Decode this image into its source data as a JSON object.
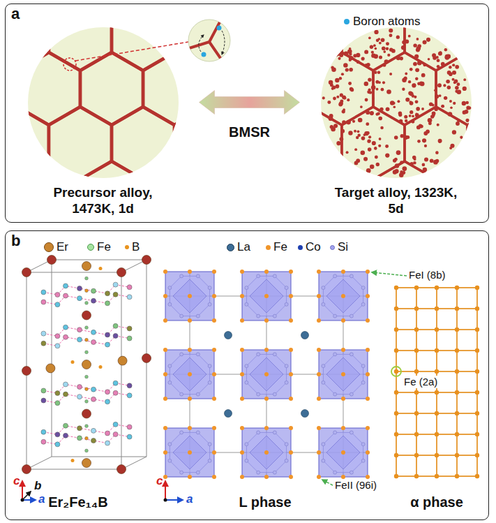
{
  "diagram": {
    "nodes": [
      {
        "text": [
          "a"
        ]
      },
      {
        "text": [
          "b"
        ]
      },
      {
        "text": [
          "Precursor alloy, 1473K, 1d"
        ],
        "in": 0
      },
      {
        "text": [
          "Target alloy, 1323K, 5d"
        ],
        "in": 0
      }
    ],
    "edges": [
      {
        "from": 2,
        "to": 3,
        "arrow": "both",
        "label": "BMSR"
      }
    ],
    "labels": [
      "FeI (8b)",
      "Fe (2a)",
      "FeII (96i)",
      "Er₂Fe₁₄B",
      "L phase",
      "α phase",
      "c",
      "b",
      "a",
      "c",
      "a"
    ],
    "legend": [
      {
        "text": "Boron atoms",
        "color": "#2aa6df"
      },
      {
        "text": "Er",
        "color": "#c8842f"
      },
      {
        "text": "Fe",
        "color": "#a6e3a1"
      },
      {
        "text": "B",
        "color": "#e8931f"
      },
      {
        "text": "La",
        "color": "#3d6d96"
      },
      {
        "text": "Fe",
        "color": "#f0952a"
      },
      {
        "text": "Co",
        "color": "#1e3fb0"
      },
      {
        "text": "Si",
        "color": "#a3a3ef"
      }
    ]
  }
}
